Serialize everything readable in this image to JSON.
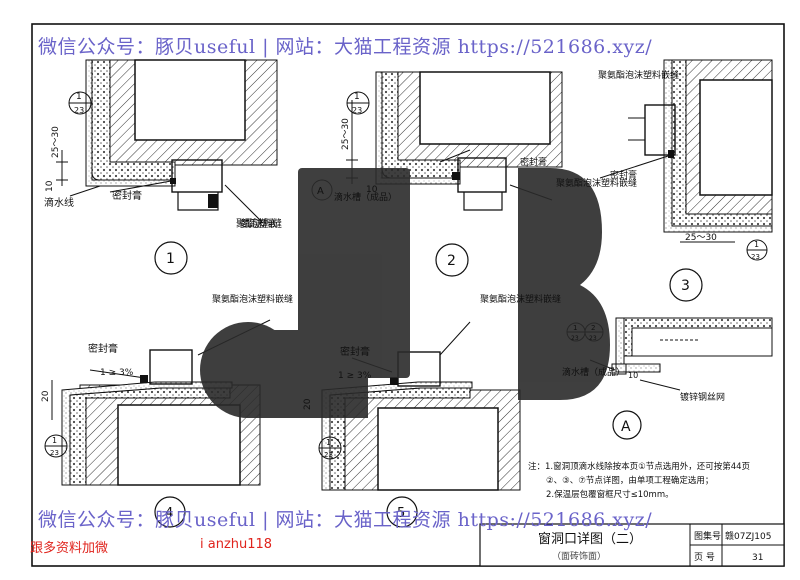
{
  "watermark": {
    "line": "微信公众号：豚贝useful | 网站：大猫工程资源 https://521686.xyz/",
    "contact_left": "跟多资料加微",
    "contact_right": "i anzhu118",
    "logo_letters": "JB"
  },
  "details": [
    {
      "id": "1",
      "ref_top": "1",
      "ref_bottom": "23",
      "dim_1": "25～30",
      "dim_2": "10",
      "label_drip": "滴水线",
      "label_sealant": "密封膏",
      "label_foam": "聚氨酯泡沫塑料嵌缝"
    },
    {
      "id": "2",
      "ref_top": "1",
      "ref_bottom": "23",
      "dim_1": "25～30",
      "dim_2": "10",
      "label_groove": "滴水槽（成品）",
      "callout": "A",
      "label_sealant": "密封膏",
      "label_foam": "聚氨酯泡沫塑料嵌缝"
    },
    {
      "id": "3",
      "label_foam": "聚氨酯泡沫塑料嵌缝",
      "label_sealant": "密封膏",
      "dim_1": "25～30",
      "ref_top": "1",
      "ref_bottom": "23"
    },
    {
      "id": "4",
      "label_foam": "聚氨酯泡沫塑料嵌缝",
      "label_sealant": "密封膏",
      "slope": "1 ≥ 3%",
      "dim_1": "20",
      "ref_top": "1",
      "ref_bottom": "23"
    },
    {
      "id": "5",
      "label_foam": "聚氨酯泡沫塑料嵌缝",
      "label_sealant": "密封膏",
      "slope": "1 ≥ 3%",
      "dim_1": "20",
      "ref_top": "1",
      "ref_bottom": "23"
    },
    {
      "id": "A",
      "ref_left_top": "1",
      "ref_left_bottom": "23",
      "ref_right_top": "2",
      "ref_right_bottom": "23",
      "label_groove": "滴水槽（成品）",
      "dim_1": "10",
      "label_mesh": "镀锌钢丝网"
    }
  ],
  "notes": {
    "line1": "注：1.窗洞顶滴水线除按本页①节点选用外，还可按第44页",
    "line2": "②、③、⑦节点详图，由单项工程确定选用；",
    "line3": "2.保温层包覆窗框尺寸≤10mm。"
  },
  "title_block": {
    "title": "窗洞口详图（二）",
    "subtitle": "（面砖饰面）",
    "atlas_label": "图集号",
    "atlas_no": "赣07ZJ105",
    "page_label": "页 号",
    "page_no": "31"
  },
  "colors": {
    "line": "#111111",
    "insulation_hatch": "#555555",
    "logo": "#2a2a2a",
    "watermark": "#6a63c9",
    "contact": "#e0241d"
  }
}
